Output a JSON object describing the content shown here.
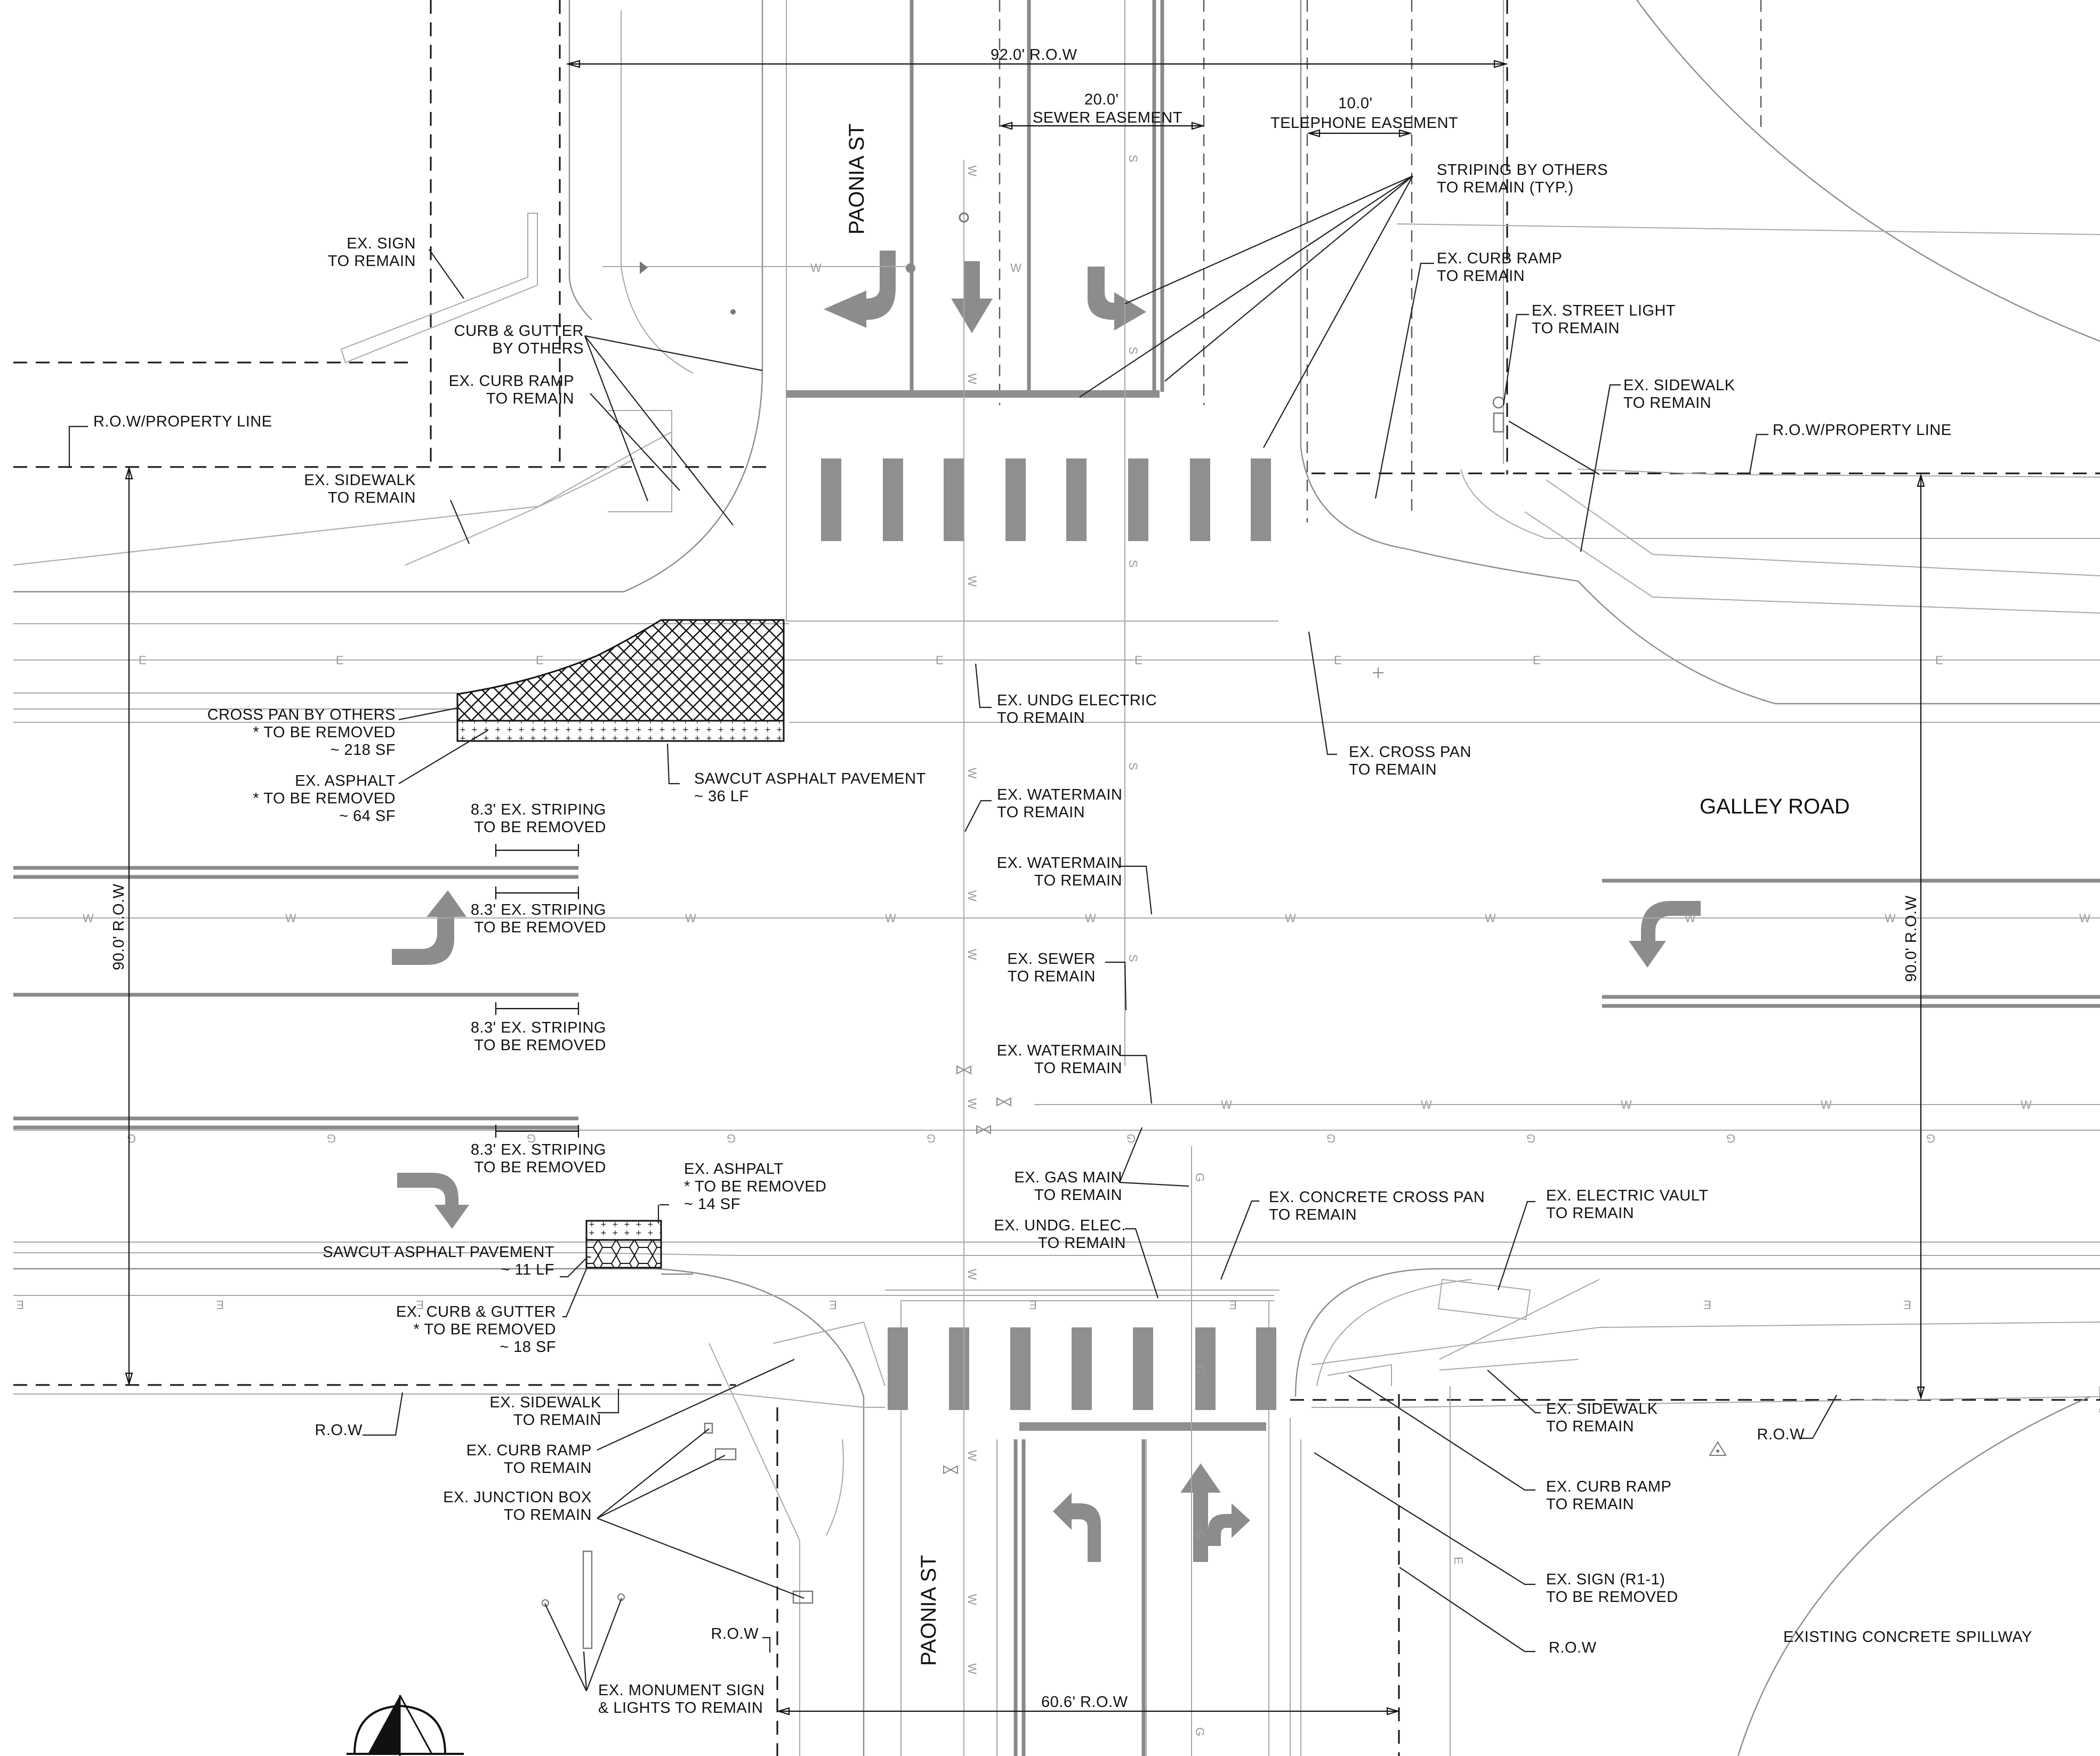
{
  "streets": {
    "paonia_north": "PAONIA ST",
    "paonia_south": "PAONIA ST",
    "galley": "GALLEY ROAD",
    "spillway": "EXISTING CONCRETE SPILLWAY"
  },
  "dimensions": {
    "north_row": "92.0' R.O.W",
    "sewer_width": "20.0'",
    "sewer_label": "SEWER EASEMENT",
    "tel_width": "10.0'",
    "tel_label": "TELEPHONE EASEMENT",
    "west_row": "90.0' R.O.W",
    "east_row": "90.0' R.O.W",
    "south_row": "60.6' R.O.W"
  },
  "utility_codes": {
    "electric": "E",
    "water": "W",
    "sewer": "S",
    "gas": "G"
  },
  "callouts": {
    "ex_sign": [
      "EX. SIGN",
      "TO REMAIN"
    ],
    "curb_gutter_others": [
      "CURB & GUTTER",
      "BY OTHERS"
    ],
    "curb_ramp_nw": [
      "EX. CURB RAMP",
      "TO REMAIN"
    ],
    "row_property_w": [
      "R.O.W/PROPERTY LINE"
    ],
    "sidewalk_nw": [
      "EX. SIDEWALK",
      "TO REMAIN"
    ],
    "cross_pan_others": [
      "CROSS PAN BY OTHERS",
      "* TO BE REMOVED",
      "~ 218 SF"
    ],
    "ex_asphalt": [
      "EX. ASPHALT",
      "* TO BE REMOVED",
      "~ 64 SF"
    ],
    "sawcut_1": [
      "SAWCUT ASPHALT PAVEMENT",
      "~ 36 LF"
    ],
    "striping_1": [
      "8.3' EX. STRIPING",
      "TO BE REMOVED"
    ],
    "striping_2": [
      "8.3' EX. STRIPING",
      "TO BE REMOVED"
    ],
    "striping_3": [
      "8.3' EX. STRIPING",
      "TO BE REMOVED"
    ],
    "striping_4": [
      "8.3' EX. STRIPING",
      "TO BE REMOVED"
    ],
    "ex_ashpalt": [
      "EX. ASHPALT",
      "* TO BE REMOVED",
      "~ 14 SF"
    ],
    "sawcut_2": [
      "SAWCUT ASPHALT PAVEMENT",
      "~ 11 LF"
    ],
    "curb_gutter_removed": [
      "EX. CURB & GUTTER",
      "* TO BE REMOVED",
      "~ 18 SF"
    ],
    "row_sw": [
      "R.O.W"
    ],
    "sidewalk_sw": [
      "EX. SIDEWALK",
      "TO REMAIN"
    ],
    "curb_ramp_sw": [
      "EX. CURB RAMP",
      "TO REMAIN"
    ],
    "junction_box": [
      "EX. JUNCTION BOX",
      "TO REMAIN"
    ],
    "row_s1": [
      "R.O.W"
    ],
    "monument": [
      "EX. MONUMENT SIGN",
      "& LIGHTS TO REMAIN"
    ],
    "striping_others": [
      "STRIPING BY OTHERS",
      "TO REMAIN (TYP.)"
    ],
    "curb_ramp_ne": [
      "EX. CURB RAMP",
      "TO REMAIN"
    ],
    "street_light": [
      "EX. STREET LIGHT",
      "TO REMAIN"
    ],
    "sidewalk_ne": [
      "EX. SIDEWALK",
      "TO REMAIN"
    ],
    "row_property_e": [
      "R.O.W/PROPERTY LINE"
    ],
    "undg_electric": [
      "EX. UNDG ELECTRIC",
      "TO REMAIN"
    ],
    "cross_pan_remain": [
      "EX. CROSS PAN",
      "TO REMAIN"
    ],
    "watermain_1": [
      "EX. WATERMAIN",
      "TO REMAIN"
    ],
    "watermain_2": [
      "EX. WATERMAIN",
      "TO REMAIN"
    ],
    "sewer": [
      "EX. SEWER",
      "TO REMAIN"
    ],
    "watermain_3": [
      "EX. WATERMAIN",
      "TO REMAIN"
    ],
    "gas_main": [
      "EX. GAS MAIN",
      "TO REMAIN"
    ],
    "undg_elec": [
      "EX. UNDG. ELEC.",
      "TO REMAIN"
    ],
    "concrete_cross_pan": [
      "EX. CONCRETE CROSS PAN",
      "TO REMAIN"
    ],
    "electric_vault": [
      "EX. ELECTRIC VAULT",
      "TO REMAIN"
    ],
    "sidewalk_se": [
      "EX. SIDEWALK",
      "TO REMAIN"
    ],
    "row_se": [
      "R.O.W"
    ],
    "curb_ramp_se": [
      "EX. CURB RAMP",
      "TO REMAIN"
    ],
    "sign_r1": [
      "EX. SIGN (R1-1)",
      "TO BE REMOVED"
    ],
    "row_s2": [
      "R.O.W"
    ]
  }
}
